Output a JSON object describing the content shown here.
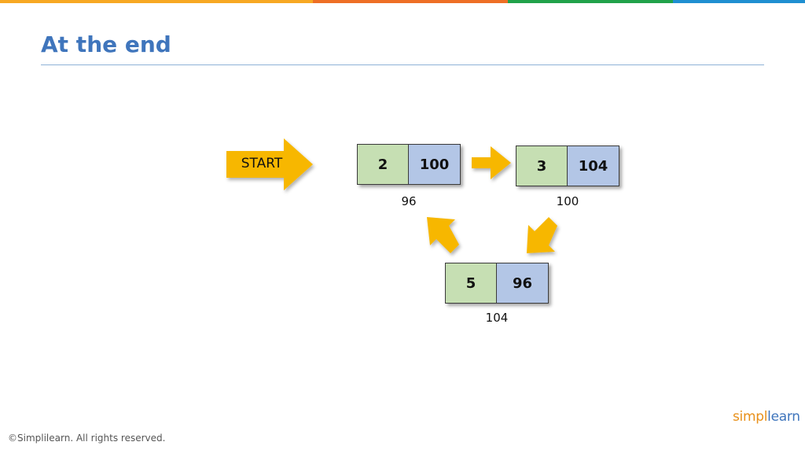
{
  "colors": {
    "bar": [
      "#f7a823",
      "#ee6f25",
      "#21a24a",
      "#1f8fd1"
    ],
    "title": "#3f75bc",
    "arrow": "#f7b700",
    "data_cell": "#c6dfb3",
    "next_cell": "#b3c6e6"
  },
  "slide": {
    "title": "At the end",
    "start_label": "START"
  },
  "nodes": [
    {
      "data": "2",
      "next": "100",
      "address": "96"
    },
    {
      "data": "3",
      "next": "104",
      "address": "100"
    },
    {
      "data": "5",
      "next": "96",
      "address": "104"
    }
  ],
  "footer": {
    "copyright": "©Simplilearn. All rights reserved.",
    "logo_left": "simpl",
    "logo_right": "learn"
  }
}
